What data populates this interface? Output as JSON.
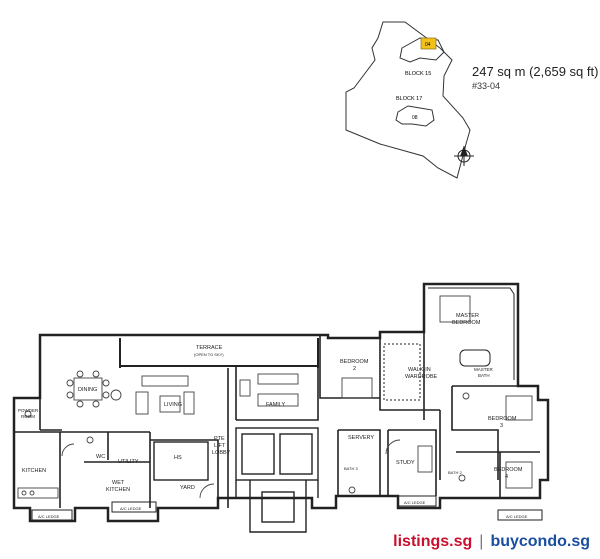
{
  "key_plan": {
    "block_a": "BLOCK 15",
    "block_b": "BLOCK 17",
    "unit_no_a": "04",
    "unit_no_b": "08"
  },
  "unit_info": {
    "area": "247 sq m (2,659 sq ft)",
    "unit_number": "#33-04"
  },
  "rooms": {
    "terrace": "TERRACE",
    "terrace_note": "(OPEN TO SKY)",
    "dining": "DINING",
    "living": "LIVING",
    "family": "FAMILY",
    "bedroom2": "BEDROOM",
    "bedroom2_no": "2",
    "walk_in": "WALK-IN",
    "wardrobe": "WARDROBE",
    "master": "MASTER",
    "master_bedroom": "BEDROOM",
    "master_bath": "MASTER",
    "master_bath2": "BATH",
    "bedroom3": "BEDROOM",
    "bedroom3_no": "3",
    "bedroom4": "BEDROOM",
    "bedroom4_no": "4",
    "bath2": "BATH 2",
    "bath3": "BATH 3",
    "powder": "POWDER",
    "powder2": "ROOM",
    "kitchen": "KITCHEN",
    "wc": "WC",
    "utility": "UTILITY",
    "hs": "HS",
    "wet_kitchen": "WET",
    "wet_kitchen2": "KITCHEN",
    "yard": "YARD",
    "pte_lift": "PTE",
    "pte_lift2": "LIFT",
    "pte_lift3": "LOBBY",
    "servery": "SERVERY",
    "study": "STUDY",
    "ac_ledge": "A/C LEDGE"
  },
  "watermark": {
    "site_a": "listings.sg",
    "separator": "|",
    "site_b": "buycondo.sg"
  },
  "colors": {
    "highlight": "#f2c21b",
    "watermark_a": "#c8102e",
    "watermark_b": "#1a4fa0"
  }
}
